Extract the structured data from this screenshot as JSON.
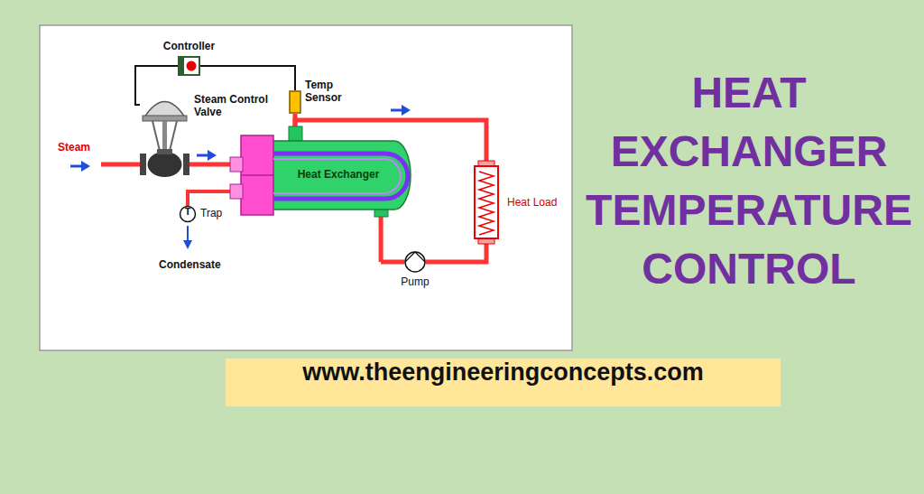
{
  "diagram": {
    "title": "HEAT EXCHANGER TEMPERATURE CONTROL",
    "nodes": [
      {
        "text": [
          "Controller"
        ]
      },
      {
        "text": [
          "Steam Control Valve"
        ]
      },
      {
        "text": [
          "Temp Sensor"
        ]
      },
      {
        "text": [
          "Heat Exchanger"
        ]
      },
      {
        "text": [
          "Heat Load"
        ]
      },
      {
        "text": [
          "Pump"
        ]
      },
      {
        "text": [
          "T",
          "Trap"
        ]
      },
      {
        "text": [
          "www.theengineeringconcepts.com"
        ]
      }
    ],
    "edges": [
      {
        "from": 2,
        "to": 0,
        "arrow": "none"
      },
      {
        "from": 0,
        "to": 1,
        "arrow": "none"
      },
      {
        "from": 1,
        "to": 3,
        "arrow": "none"
      },
      {
        "from": 3,
        "to": 2,
        "arrow": "none"
      },
      {
        "from": 3,
        "to": 4,
        "arrow": "none"
      },
      {
        "from": 4,
        "to": 5,
        "arrow": "none"
      },
      {
        "from": 5,
        "to": 3,
        "arrow": "none"
      },
      {
        "from": 3,
        "to": 6,
        "arrow": "none"
      }
    ],
    "labels": [
      "Steam",
      "Condensate"
    ]
  }
}
